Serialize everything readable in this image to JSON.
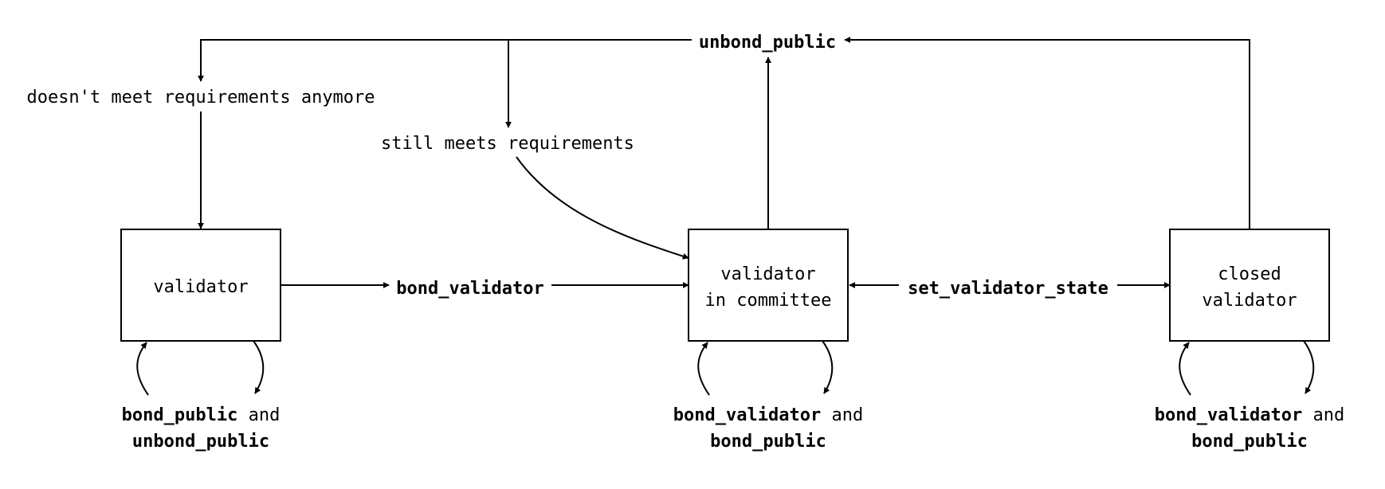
{
  "nodes": {
    "validator": {
      "lines": [
        "validator"
      ]
    },
    "committee": {
      "lines": [
        "validator",
        "in committee"
      ]
    },
    "closed": {
      "lines": [
        "closed",
        "validator"
      ]
    }
  },
  "edge_labels": {
    "bond_validator": "bond_validator",
    "set_validator_state": "set_validator_state",
    "unbond_public": "unbond_public",
    "doesnt_meet": "doesn't meet requirements anymore",
    "still_meets": "still meets requirements"
  },
  "self_loops": {
    "validator": {
      "line1_bold": "bond_public",
      "line1_plain": " and",
      "line2_bold": "unbond_public"
    },
    "committee": {
      "line1_bold": "bond_validator",
      "line1_plain": " and",
      "line2_bold": "bond_public"
    },
    "closed": {
      "line1_bold": "bond_validator",
      "line1_plain": " and",
      "line2_bold": "bond_public"
    }
  }
}
